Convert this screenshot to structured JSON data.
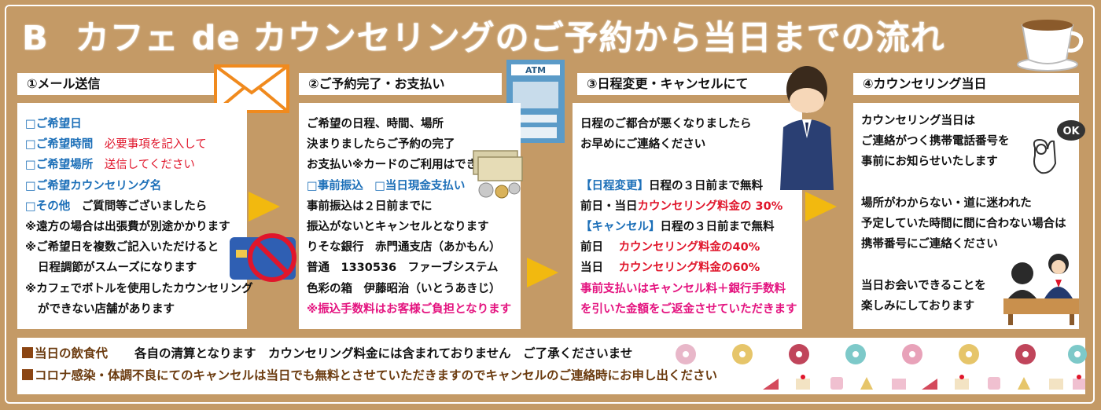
{
  "title": {
    "letter": "B",
    "text": "カフェ de カウンセリングのご予約から当日までの流れ"
  },
  "steps": [
    {
      "header": "①メール送信"
    },
    {
      "header": "②ご予約完了・お支払い"
    },
    {
      "header": "③日程変更・キャンセルにて"
    },
    {
      "header": "④カウンセリング当日"
    }
  ],
  "step1": {
    "item1": "□ご希望日",
    "item2": "□ご希望時間",
    "item2_note": "必要事項を記入して",
    "item3": "□ご希望場所",
    "item3_note": "送信してください",
    "item4": "□ご希望カウンセリング名",
    "item5": "□その他",
    "item5_note": "ご質問等ございましたら",
    "note1": "※遠方の場合は出張費が別途かかります",
    "note2a": "※ご希望日を複数ご記入いただけると",
    "note2b": "日程調節がスムーズになります",
    "note3a": "※カフェでボトルを使用したカウンセリング",
    "note3b": "ができない店舗があります"
  },
  "step2": {
    "l1": "ご希望の日程、時間、場所",
    "l2": "決まりましたらご予約の完了",
    "l3": "お支払い※カードのご利用はできません",
    "l4a": "□事前振込",
    "l4b": "□当日現金支払い",
    "l5": "事前振込は２日前までに",
    "l6": "振込がないとキャンセルとなります",
    "l7": "りそな銀行　赤門通支店（あかもん）",
    "l8": "普通　1330536　ファーブシステム",
    "l9": "色彩の箱　伊藤昭治（いとうあきじ）",
    "l10": "※振込手数料はお客様ご負担となります",
    "atm_label": "ATM"
  },
  "step3": {
    "l1": "日程のご都合が悪くなりましたら",
    "l2": "お早めにご連絡ください",
    "l3a": "【日程変更】",
    "l3b": "日程の３日前まで無料",
    "l4a": "前日・当日",
    "l4b": "カウンセリング料金の 30%",
    "l5a": "【キャンセル】",
    "l5b": "日程の３日前まで無料",
    "l6a": "前日",
    "l6b": "カウンセリング料金の40%",
    "l7a": "当日",
    "l7b": "カウンセリング料金の60%",
    "l8": "事前支払いはキャンセル料＋銀行手数料",
    "l9": "を引いた金額をご返金させていただきます"
  },
  "step4": {
    "l1": "カウンセリング当日は",
    "l2": "ご連絡がつく携帯電話番号を",
    "l3": "事前にお知らせいたします",
    "l4": "場所がわからない・道に迷われた",
    "l5": "予定していた時間に間に合わない場合は",
    "l6": "携帯番号にご連絡ください",
    "l7": "当日お会いできることを",
    "l8": "楽しみにしております",
    "ok": "OK"
  },
  "bottom": {
    "row1_label": "当日の飲食代",
    "row1_text": "各自の清算となります　カウンセリング料金には含まれておりません　ご了承くださいませ",
    "row2_label": "コロナ感染・体調不良にてのキャンセルは当日でも無料とさせていただきますのでキャンセルのご連絡時にお申し出ください"
  },
  "colors": {
    "background": "#c49a66",
    "blue": "#1c6fb8",
    "red": "#e0162b",
    "pink": "#e4137f",
    "arrow": "#f2b90f"
  }
}
